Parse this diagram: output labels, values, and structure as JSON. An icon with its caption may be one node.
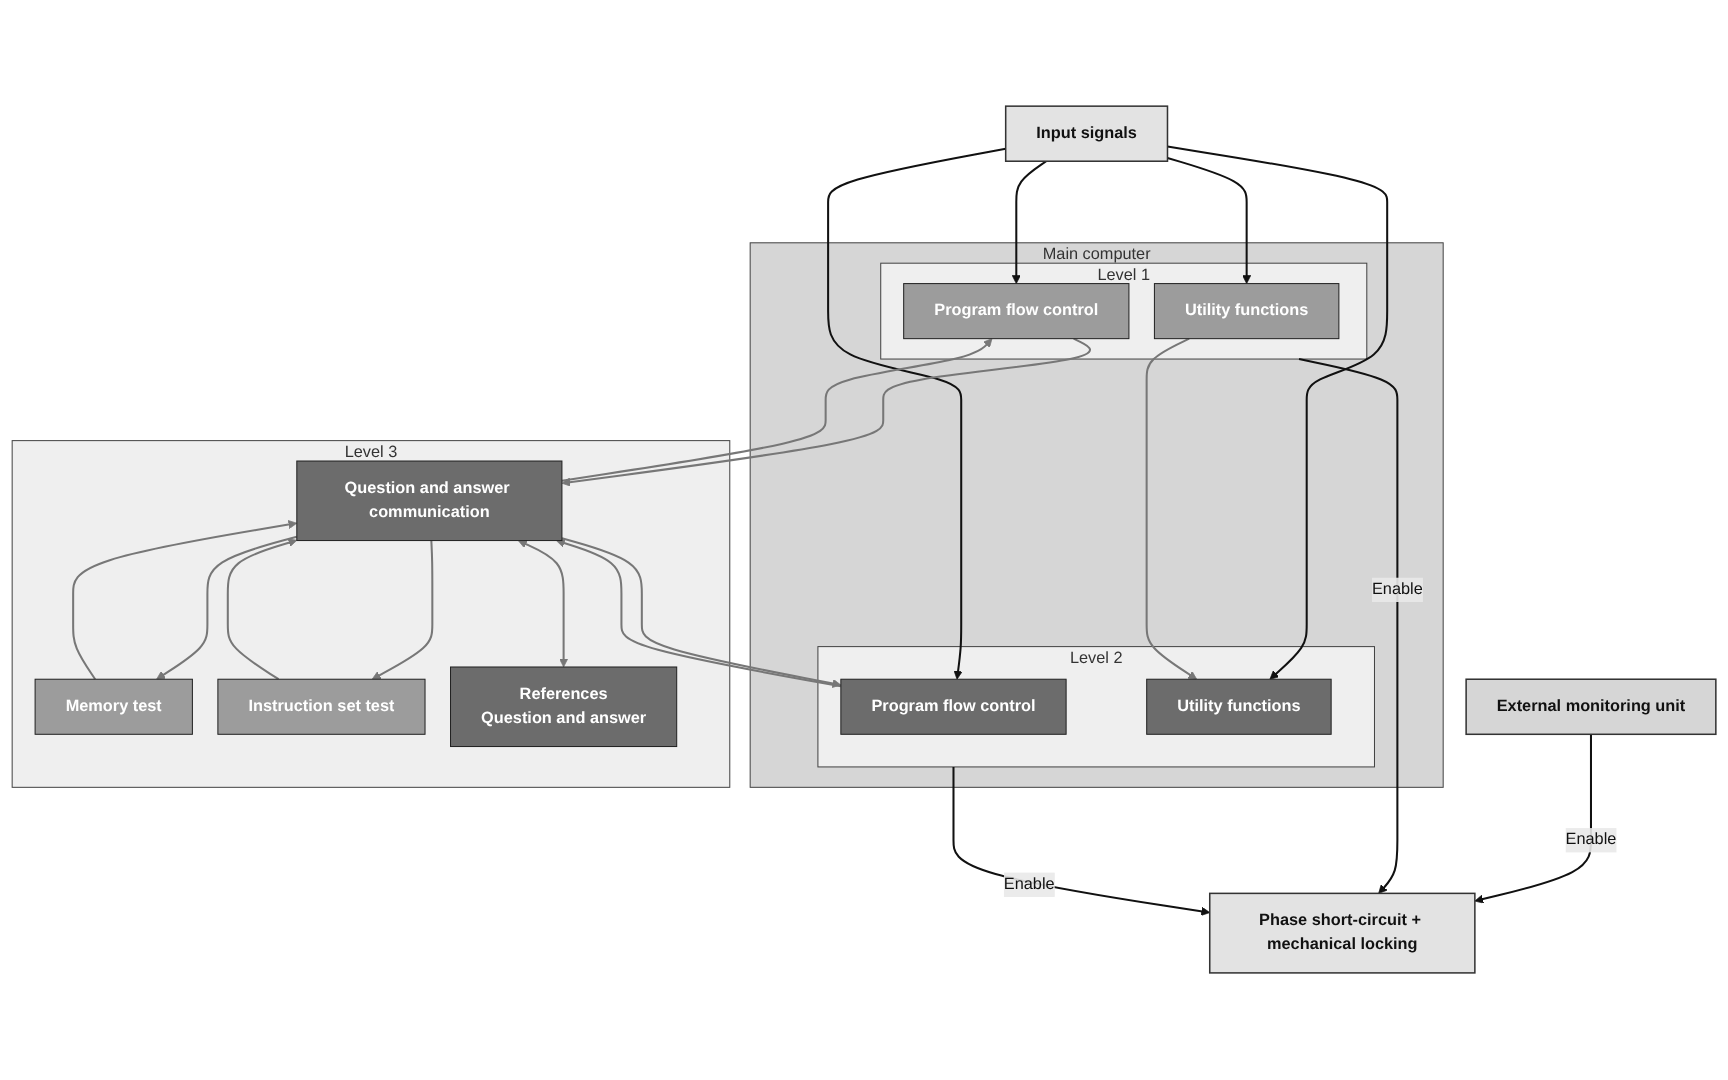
{
  "diagram": {
    "nodes": [
      {
        "text": [
          "Input signals"
        ]
      },
      {
        "text": [
          "Main computer"
        ]
      },
      {
        "text": [
          "Level 1"
        ],
        "in": 1
      },
      {
        "text": [
          "Utility functions"
        ],
        "in": 2
      },
      {
        "text": [
          "Program flow control"
        ],
        "in": 2
      },
      {
        "text": [
          "Level 2"
        ],
        "in": 1
      },
      {
        "text": [
          "Utility functions"
        ],
        "in": 5
      },
      {
        "text": [
          "Program flow control"
        ],
        "in": 5
      },
      {
        "text": [
          "Level 3"
        ]
      },
      {
        "text": [
          "Memory test"
        ],
        "in": 8
      },
      {
        "text": [
          "Instruction set test"
        ],
        "in": 8
      },
      {
        "text": [
          "Question and answer communication"
        ],
        "in": 8
      },
      {
        "text": [
          "References",
          "Question and answer"
        ],
        "in": 8
      },
      {
        "text": [
          "External monitoring unit"
        ]
      },
      {
        "text": [
          "Phase short-circuit + mechanical locking"
        ]
      }
    ],
    "edges": [
      {
        "from": 0,
        "to": 3,
        "arrow": "to",
        "color": "#111111"
      },
      {
        "from": 0,
        "to": 4,
        "arrow": "to",
        "color": "#111111"
      },
      {
        "from": 0,
        "to": 6,
        "arrow": "to",
        "color": "#111111"
      },
      {
        "from": 0,
        "to": 7,
        "arrow": "to",
        "color": "#111111"
      },
      {
        "from": 2,
        "to": 14,
        "label": "Enable",
        "arrow": "to",
        "color": "#111111"
      },
      {
        "from": 5,
        "to": 14,
        "label": "Enable",
        "arrow": "to",
        "color": "#111111"
      },
      {
        "from": 13,
        "to": 14,
        "label": "Enable",
        "arrow": "to",
        "color": "#111111"
      },
      {
        "from": 3,
        "to": 6,
        "arrow": "to"
      },
      {
        "from": 4,
        "to": 11,
        "arrow": "to"
      },
      {
        "from": 7,
        "to": 11,
        "arrow": "to"
      },
      {
        "from": 9,
        "to": 11,
        "arrow": "to"
      },
      {
        "from": 10,
        "to": 11,
        "arrow": "to"
      },
      {
        "from": 11,
        "to": 9,
        "arrow": "to"
      },
      {
        "from": 11,
        "to": 10,
        "arrow": "to"
      },
      {
        "from": 11,
        "to": 4,
        "arrow": "to"
      },
      {
        "from": 11,
        "to": 7,
        "arrow": "to"
      },
      {
        "from": 11,
        "to": 12,
        "arrow": "both"
      }
    ]
  }
}
